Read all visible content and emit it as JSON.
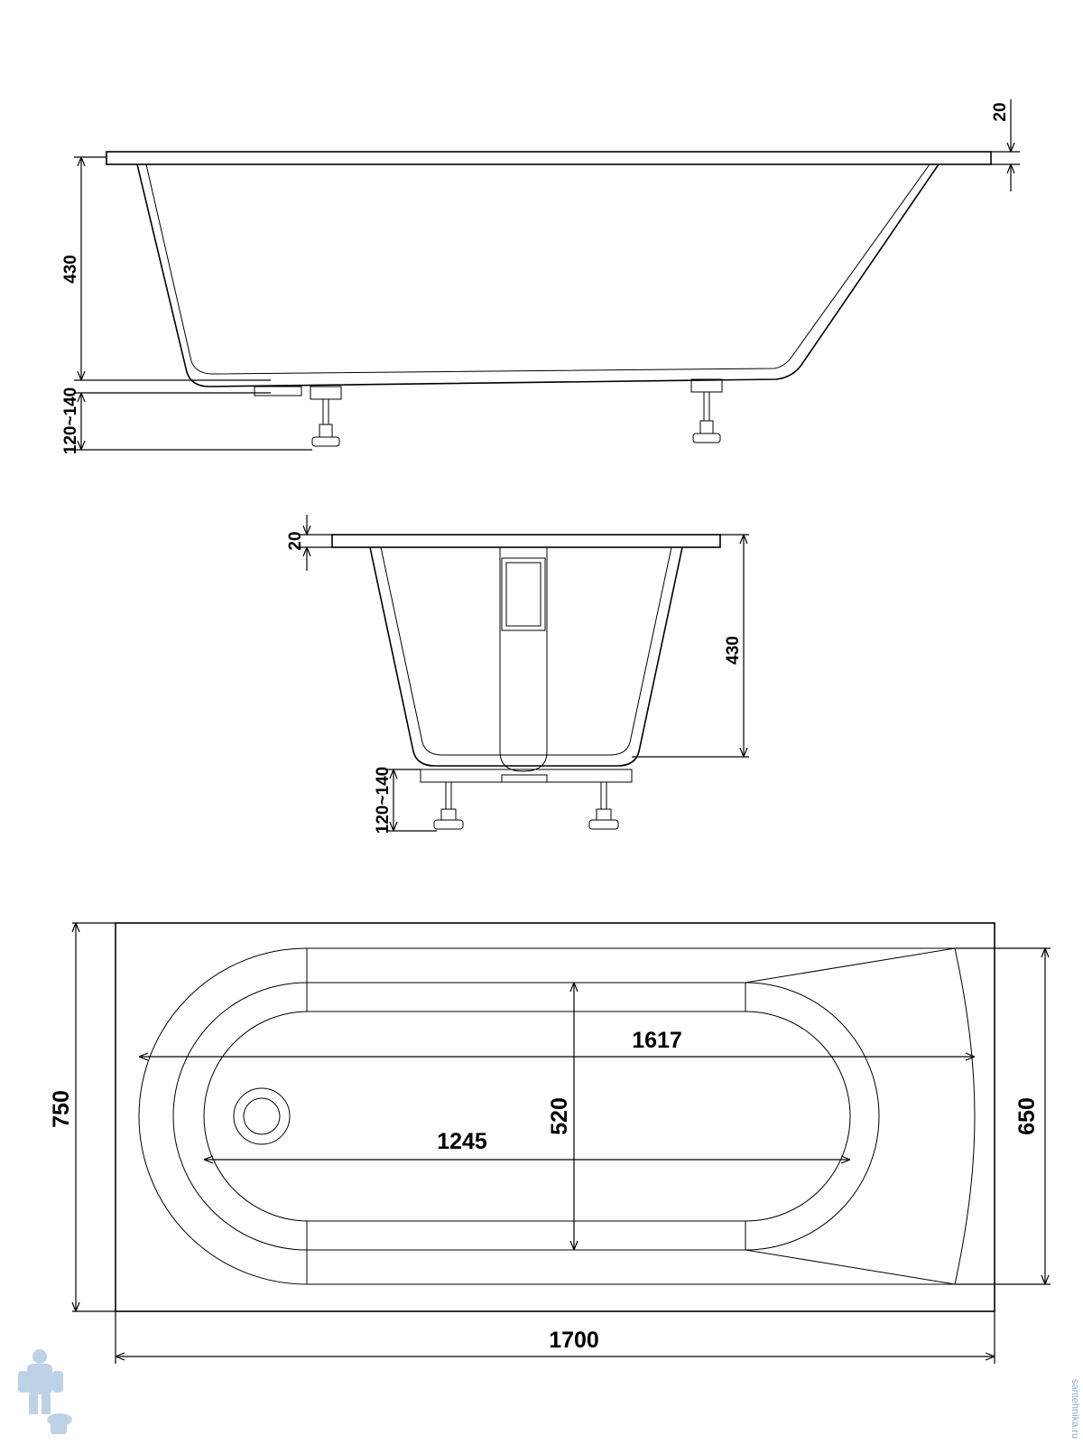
{
  "side_view": {
    "rim_thickness": "20",
    "depth": "430",
    "leg_height": "120~140"
  },
  "end_view": {
    "rim_thickness": "20",
    "depth": "430",
    "leg_height": "120~140"
  },
  "plan_view": {
    "inner_length": "1617",
    "bottom_length": "1245",
    "inner_width": "520",
    "overall_width": "750",
    "head_width": "650",
    "overall_length": "1700"
  },
  "watermark": {
    "text": "santehnika.ru",
    "color": "#8aaed4"
  }
}
